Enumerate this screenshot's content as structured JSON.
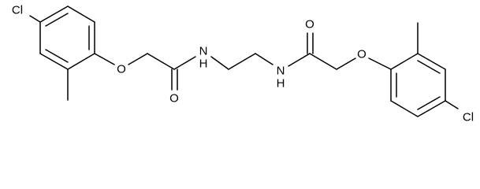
{
  "colors": {
    "bond": "#000000",
    "label": "#000000",
    "background": "#ffffff"
  },
  "atoms": {
    "cl_left": "Cl",
    "o_ether_left": "O",
    "o_carbonyl_left": "O",
    "nh_left": "N",
    "nh_left_h": "H",
    "nh_right": "N",
    "nh_right_h": "H",
    "o_carbonyl_right": "O",
    "o_ether_right": "O",
    "cl_right": "Cl"
  }
}
